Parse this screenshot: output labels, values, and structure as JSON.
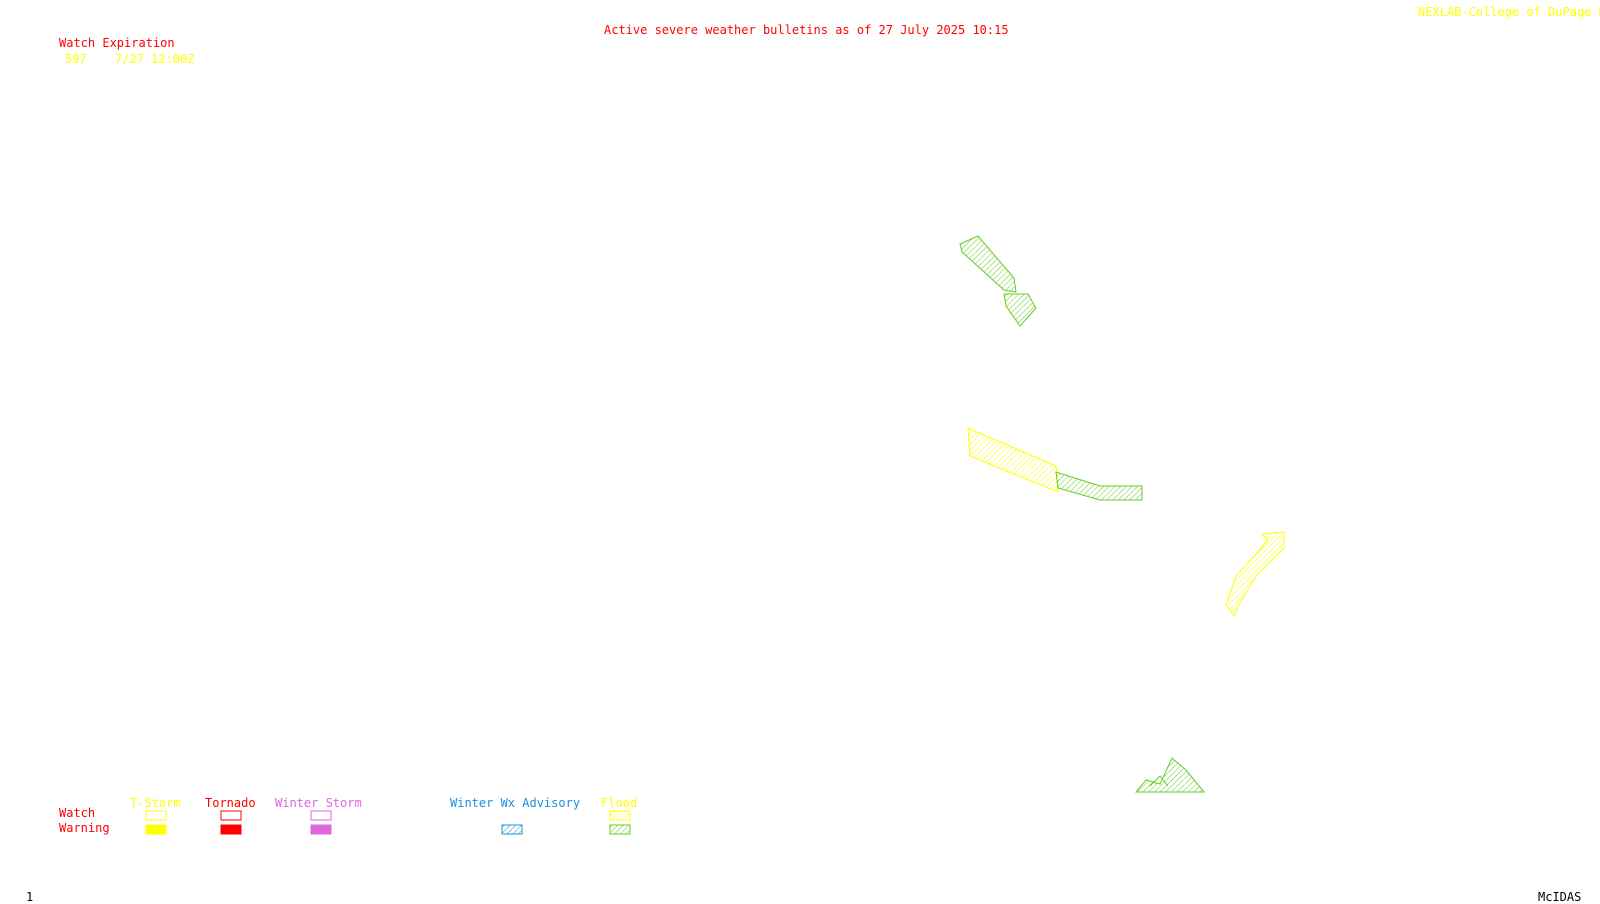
{
  "header": {
    "title": "Active severe weather bulletins as of 27 July 2025 10:15",
    "credit": "NEXLAB-College of DuPage R"
  },
  "watch_expiration": {
    "heading": "Watch Expiration",
    "entries": [
      {
        "number": "597",
        "expires": "7/27 12:00Z"
      }
    ]
  },
  "legend": {
    "categories": [
      {
        "label": "T-Storm",
        "color": "#ffff00",
        "watch": "outline",
        "warning": "solid"
      },
      {
        "label": "Tornado",
        "color": "#ff0000",
        "watch": "outline",
        "warning": "solid"
      },
      {
        "label": "Winter Storm",
        "color": "#dd66dd",
        "watch": "outline",
        "warning": "solid"
      },
      {
        "label": "Winter Wx Advisory",
        "color": "#1e90dd",
        "warning": "hatched"
      },
      {
        "label": "Flood",
        "color": "#66cc22",
        "watch": "hatched",
        "warning": "hatched"
      }
    ],
    "rows": {
      "watch": "Watch",
      "warning": "Warning"
    }
  },
  "colors": {
    "background": "#ffffff",
    "text_primary": "#ff0000",
    "text_secondary": "#ffff00",
    "flood": "#66cc22",
    "tstorm": "#ffff00"
  },
  "footer": {
    "frame": "1",
    "software": "McIDAS"
  }
}
